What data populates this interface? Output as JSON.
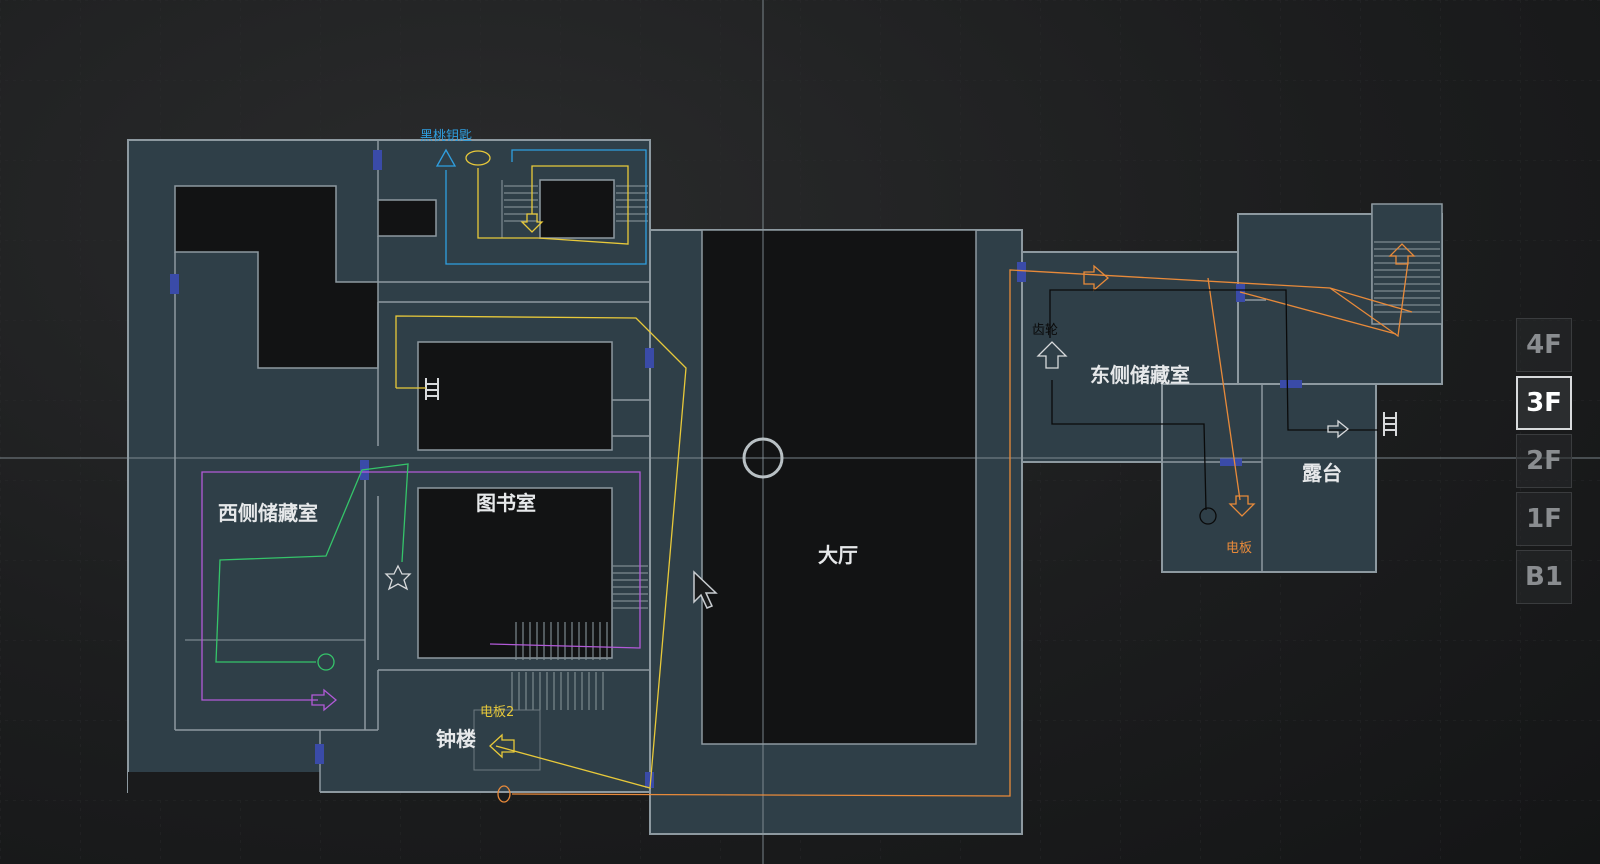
{
  "map": {
    "rooms": {
      "west_storage": "西侧储藏室",
      "library": "图书室",
      "clock_tower": "钟楼",
      "main_hall": "大厅",
      "east_storage": "东侧储藏室",
      "terrace": "露台"
    },
    "annotations": {
      "spade_key": "黑桃钥匙",
      "gear": "齿轮",
      "panel": "电板",
      "panel2": "电板2"
    }
  },
  "floors": {
    "items": [
      "4F",
      "3F",
      "2F",
      "1F",
      "B1"
    ],
    "selected": "3F"
  },
  "colors": {
    "background": "#1a1b1c",
    "room_fill": "#2f3f48",
    "wall": "#8d99a0",
    "void": "#121314",
    "door": "#3a4ba8",
    "route_blue": "#2f9fe0",
    "route_yellow": "#e8c93a",
    "route_purple": "#b25ad8",
    "route_green": "#35c46a",
    "route_orange": "#e88a3a",
    "route_black": "#0a0a0a"
  }
}
